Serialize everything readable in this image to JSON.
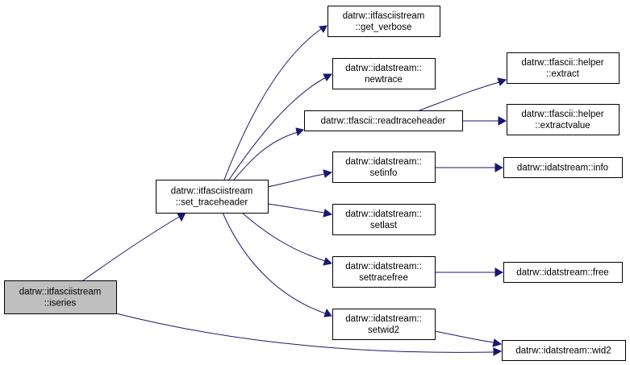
{
  "diagram": {
    "type": "call-graph",
    "root": "iseries",
    "colors": {
      "edge": "#191970",
      "root_fill": "#bfbfbf",
      "node_fill": "#ffffff",
      "node_border": "#000000"
    },
    "nodes": [
      {
        "id": "iseries",
        "lines": [
          "datrw::itfasciistream",
          "::iseries"
        ]
      },
      {
        "id": "set_traceheader",
        "lines": [
          "datrw::itfasciistream",
          "::set_traceheader"
        ]
      },
      {
        "id": "get_verbose",
        "lines": [
          "datrw::itfasciistream",
          "::get_verbose"
        ]
      },
      {
        "id": "newtrace",
        "lines": [
          "datrw::idatstream::",
          "newtrace"
        ]
      },
      {
        "id": "readtraceheader",
        "lines": [
          "datrw::tfascii::readtraceheader"
        ]
      },
      {
        "id": "setinfo",
        "lines": [
          "datrw::idatstream::",
          "setinfo"
        ]
      },
      {
        "id": "setlast",
        "lines": [
          "datrw::idatstream::",
          "setlast"
        ]
      },
      {
        "id": "settracefree",
        "lines": [
          "datrw::idatstream::",
          "settracefree"
        ]
      },
      {
        "id": "setwid2",
        "lines": [
          "datrw::idatstream::",
          "setwid2"
        ]
      },
      {
        "id": "extract",
        "lines": [
          "datrw::tfascii::helper",
          "::extract"
        ]
      },
      {
        "id": "extractvalue",
        "lines": [
          "datrw::tfascii::helper",
          "::extractvalue"
        ]
      },
      {
        "id": "info",
        "lines": [
          "datrw::idatstream::info"
        ]
      },
      {
        "id": "free",
        "lines": [
          "datrw::idatstream::free"
        ]
      },
      {
        "id": "wid2",
        "lines": [
          "datrw::idatstream::wid2"
        ]
      }
    ],
    "edges": [
      {
        "from": "iseries",
        "to": "set_traceheader"
      },
      {
        "from": "iseries",
        "to": "wid2"
      },
      {
        "from": "set_traceheader",
        "to": "get_verbose"
      },
      {
        "from": "set_traceheader",
        "to": "newtrace"
      },
      {
        "from": "set_traceheader",
        "to": "readtraceheader"
      },
      {
        "from": "set_traceheader",
        "to": "setinfo"
      },
      {
        "from": "set_traceheader",
        "to": "setlast"
      },
      {
        "from": "set_traceheader",
        "to": "settracefree"
      },
      {
        "from": "set_traceheader",
        "to": "setwid2"
      },
      {
        "from": "readtraceheader",
        "to": "extract"
      },
      {
        "from": "readtraceheader",
        "to": "extractvalue"
      },
      {
        "from": "setinfo",
        "to": "info"
      },
      {
        "from": "settracefree",
        "to": "free"
      },
      {
        "from": "setwid2",
        "to": "wid2"
      }
    ]
  }
}
